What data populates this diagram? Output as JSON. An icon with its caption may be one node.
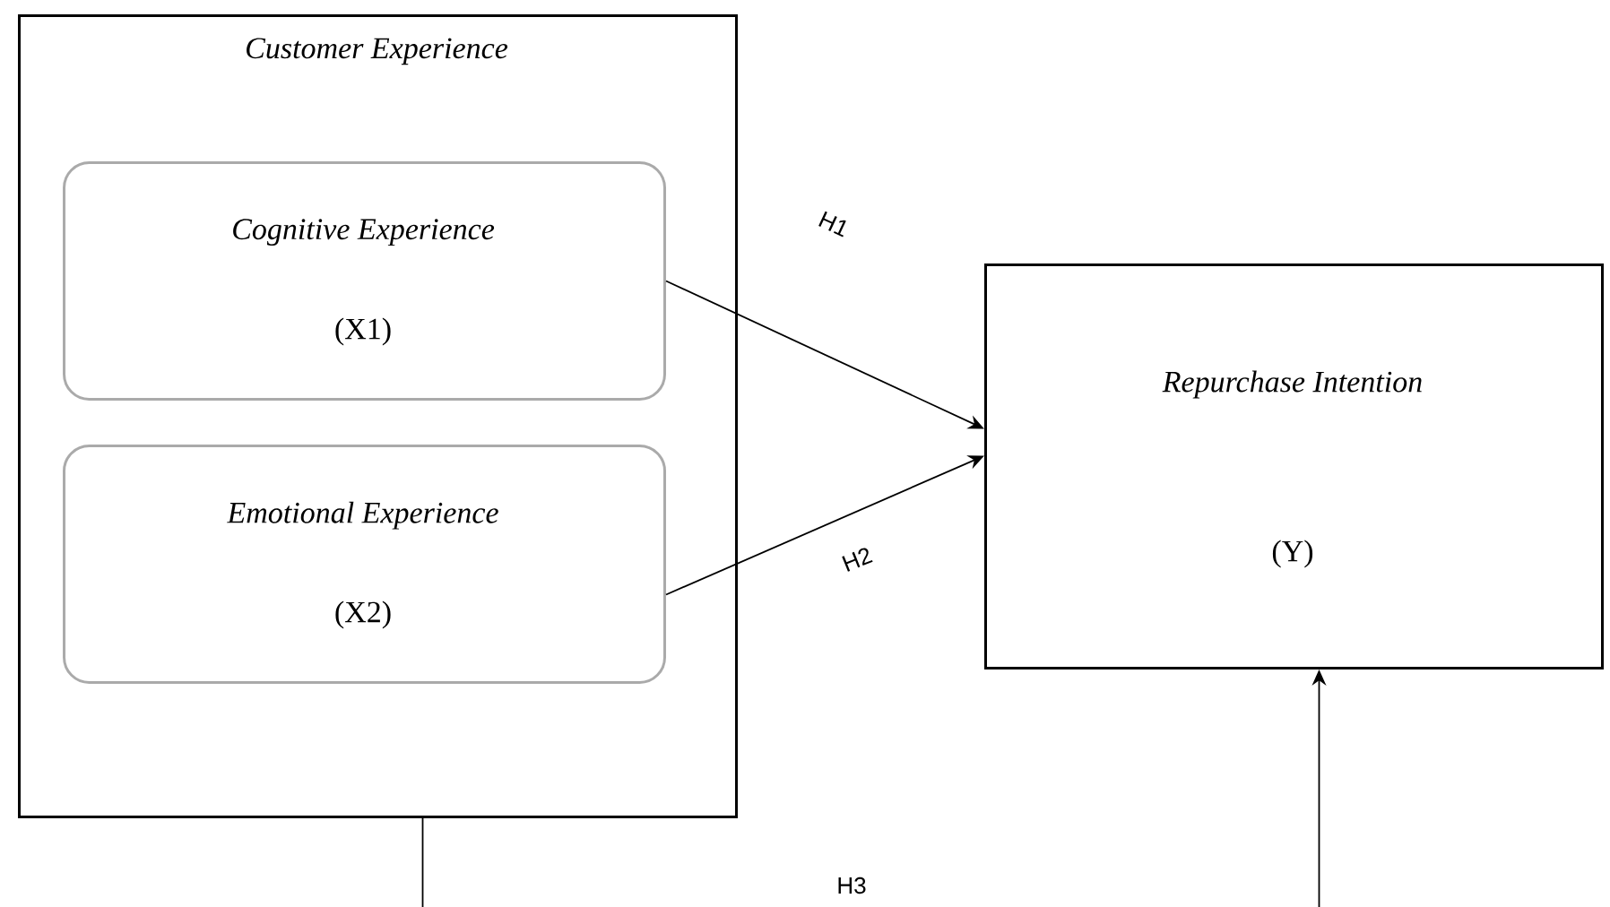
{
  "diagram": {
    "nodes": [
      {
        "text": [
          "Customer Experience"
        ]
      },
      {
        "text": [
          "Cognitive Experience",
          "(X1)"
        ],
        "in": 0
      },
      {
        "text": [
          "Emotional Experience",
          "(X2)"
        ],
        "in": 0
      },
      {
        "text": [
          "Repurchase Intention",
          "(Y)"
        ]
      }
    ],
    "edges": [
      {
        "from": 1,
        "to": 3,
        "arrow": "to",
        "label": "H1"
      },
      {
        "from": 2,
        "to": 3,
        "arrow": "to",
        "label": "H2"
      },
      {
        "from": 0,
        "to": 3,
        "arrow": "to",
        "label": "H3"
      }
    ]
  }
}
